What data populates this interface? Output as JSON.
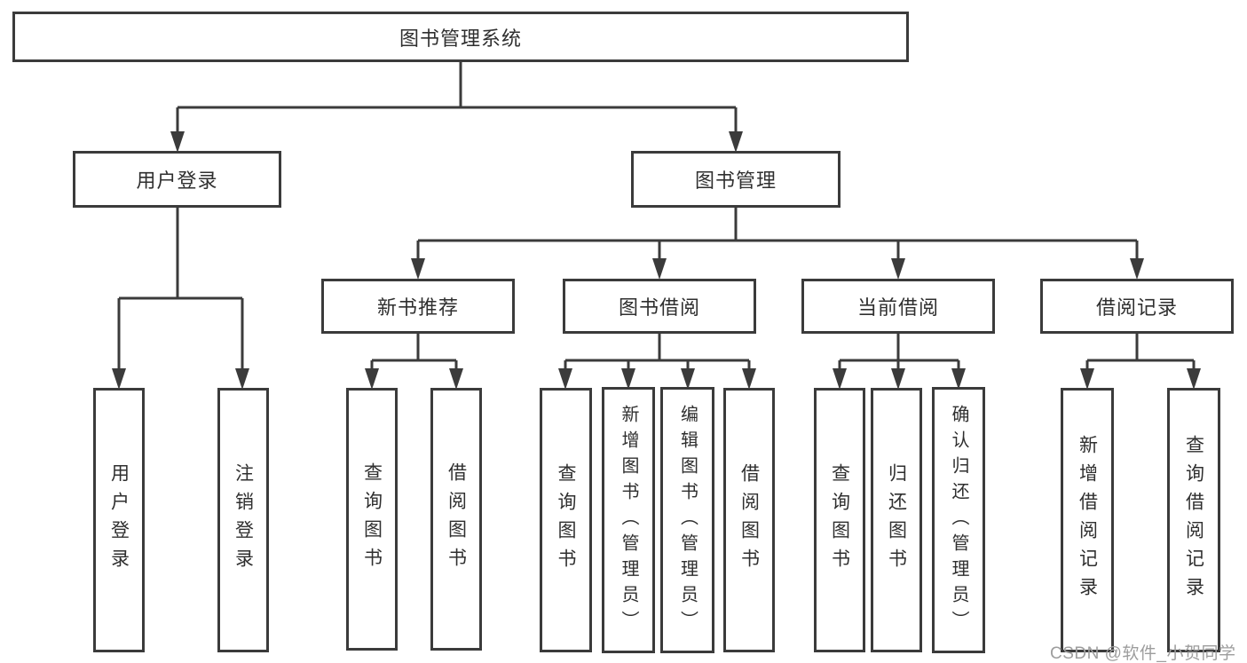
{
  "root": {
    "label": "图书管理系统"
  },
  "user_login": {
    "label": "用户登录",
    "children": [
      "用户登录",
      "注销登录"
    ]
  },
  "book_management": {
    "label": "图书管理",
    "modules": {
      "new_book": {
        "label": "新书推荐",
        "children": [
          "查询图书",
          "借阅图书"
        ]
      },
      "borrow": {
        "label": "图书借阅",
        "children": [
          "查询图书",
          "新增图书（管理员）",
          "编辑图书（管理员）",
          "借阅图书"
        ]
      },
      "current": {
        "label": "当前借阅",
        "children": [
          "查询图书",
          "归还图书",
          "确认归还（管理员）"
        ]
      },
      "records": {
        "label": "借阅记录",
        "children": [
          "新增借阅记录",
          "查询借阅记录"
        ]
      }
    }
  },
  "watermark": {
    "text": "CSDN @软件_小贺同学"
  },
  "colors": {
    "line": "#3b3b3b",
    "text": "#2f2f2f",
    "box_fill": "#ffffff",
    "background": "#ffffff",
    "watermark": "#9d9d9d"
  }
}
